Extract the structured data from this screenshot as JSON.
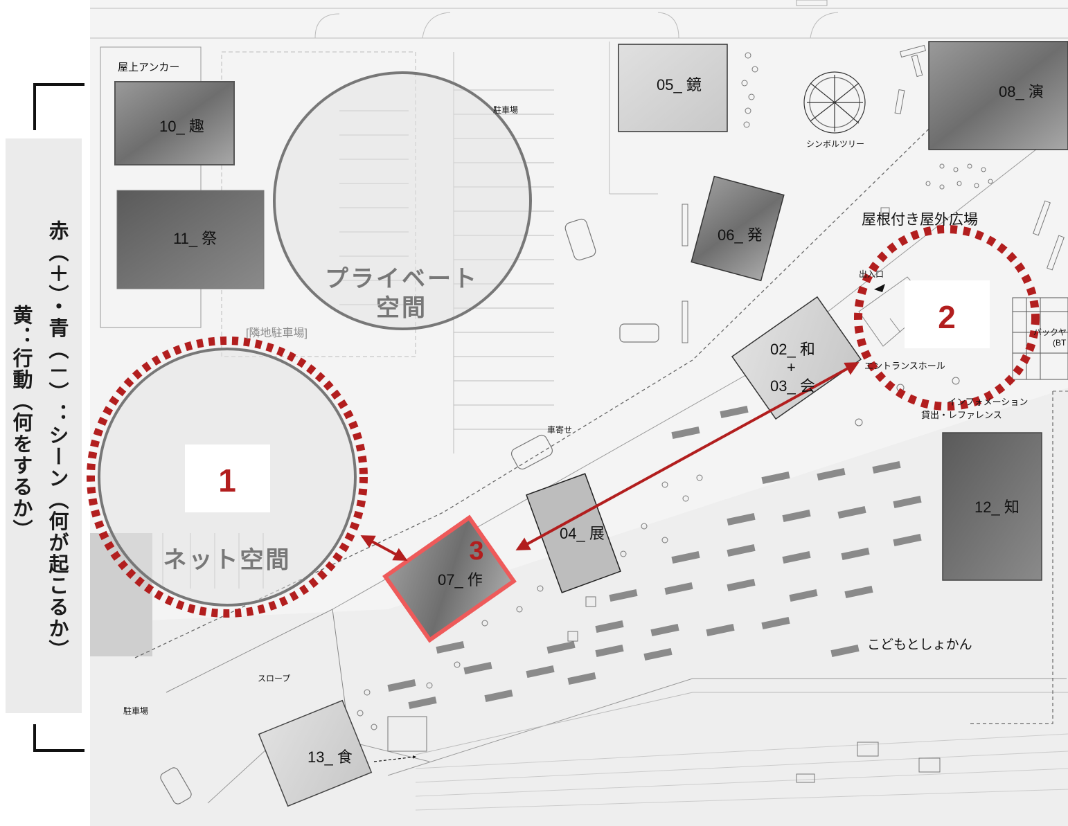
{
  "legend": {
    "line1": "赤（＋）・青（－）：シーン（何が起こるか）",
    "line2": "黄：行動（何をするか）"
  },
  "zones": {
    "private_line1": "プライベート",
    "private_line2": "空間",
    "net": "ネット空間",
    "marker1": "1",
    "marker2": "2",
    "marker3": "3"
  },
  "scenes": {
    "s05": "05_ 鏡",
    "s08": "08_ 演",
    "s10": "10_ 趣",
    "s11": "11_ 祭",
    "s06": "06_ 発",
    "s02": "02_ 和",
    "plus": "+",
    "s03": "03_ 会",
    "s04": "04_ 展",
    "s07": "07_ 作",
    "s12": "12_ 知",
    "s13": "13_ 食"
  },
  "labels": {
    "rooftop_anchor": "屋上アンカー",
    "parking_1": "駐車場",
    "parking_2": "駐車場",
    "neighbor_parking": "[隣地駐車場]",
    "symbol_tree": "シンボルツリー",
    "covered_plaza": "屋根付き屋外広場",
    "entrance_exit": "出入口",
    "entrance_hall": "エントランスホール",
    "information": "インフォメーション",
    "lending_reference": "貸出・レファレンス",
    "drop_off": "車寄せ",
    "slope": "スロープ",
    "children_library": "こどもとしょかん",
    "backyard": "バックヤ",
    "bt": "(BT"
  },
  "colors": {
    "highlight_red": "#b21e1e",
    "frame_pink": "#ee5a5a",
    "circle_gray": "#777777",
    "panel_gray": "#ebebeb"
  }
}
